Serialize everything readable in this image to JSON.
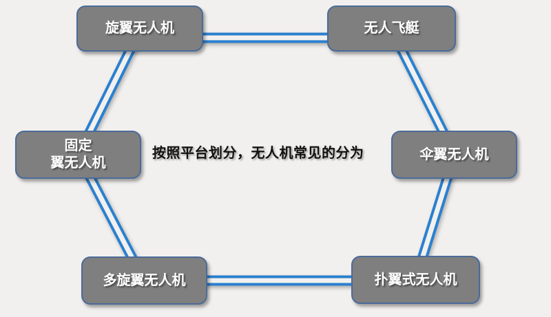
{
  "colors": {
    "background": "#f2f0ee",
    "node_fill": "#7f7f7f",
    "node_border": "#4a6b99",
    "node_text": "#ffffff",
    "connector": "#2a80cf",
    "title_text": "#111111"
  },
  "title": {
    "text": "按照平台划分，无人机常见的分为"
  },
  "diagram": {
    "type": "hexagon-cycle",
    "nodes": [
      {
        "id": "rotary-wing-uav",
        "label": "旋翼无人机"
      },
      {
        "id": "unmanned-airship",
        "label": "无人飞艇"
      },
      {
        "id": "fixed-wing-uav",
        "label": "固定\n翼无人机"
      },
      {
        "id": "parawing-uav",
        "label": "伞翼无人机"
      },
      {
        "id": "multi-rotor-uav",
        "label": "多旋翼无人机"
      },
      {
        "id": "flapping-wing-uav",
        "label": "扑翼式无人机"
      }
    ],
    "connections": [
      {
        "from": "rotary-wing-uav",
        "to": "unmanned-airship"
      },
      {
        "from": "unmanned-airship",
        "to": "parawing-uav"
      },
      {
        "from": "parawing-uav",
        "to": "flapping-wing-uav"
      },
      {
        "from": "flapping-wing-uav",
        "to": "multi-rotor-uav"
      },
      {
        "from": "multi-rotor-uav",
        "to": "fixed-wing-uav"
      },
      {
        "from": "fixed-wing-uav",
        "to": "rotary-wing-uav"
      }
    ],
    "connector_style": "double-line"
  }
}
